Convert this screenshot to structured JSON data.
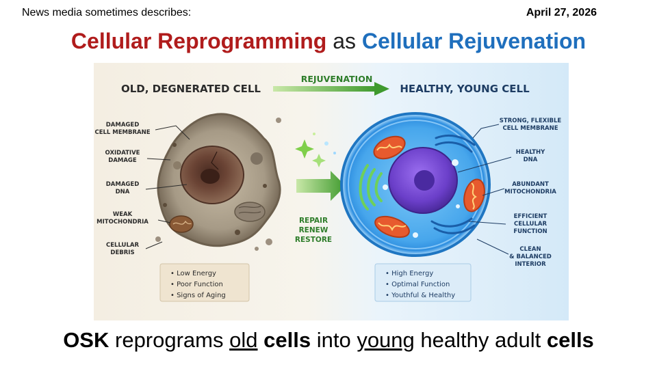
{
  "header": {
    "note": "News media sometimes describes:",
    "date": "April 27, 2026"
  },
  "title": {
    "part1": "Cellular Reprogramming",
    "part2": "as",
    "part3": "Cellular Rejuvenation",
    "colors": {
      "part1": "#b01c1c",
      "part3": "#1f6fbd"
    }
  },
  "figure": {
    "left_heading": "OLD, DEGNERATED CELL",
    "right_heading": "HEALTHY, YOUNG CELL",
    "arrow_label": "REJUVENATION",
    "middle_words": [
      "REPAIR",
      "RENEW",
      "RESTORE"
    ],
    "old_labels": [
      [
        "DAMAGED",
        "CELL MEMBRANE"
      ],
      [
        "OXIDATIVE",
        "DAMAGE"
      ],
      [
        "DAMAGED",
        "DNA"
      ],
      [
        "WEAK",
        "MITOCHONDRIA"
      ],
      [
        "CELLULAR",
        "DEBRIS"
      ]
    ],
    "young_labels": [
      [
        "STRONG, FLEXIBLE",
        "CELL MEMBRANE"
      ],
      [
        "HEALTHY",
        "DNA"
      ],
      [
        "ABUNDANT",
        "MITOCHONDRIA"
      ],
      [
        "EFFICIENT",
        "CELLULAR",
        "FUNCTION"
      ],
      [
        "CLEAN",
        "& BALANCED",
        "INTERIOR"
      ]
    ],
    "old_box": [
      "Low Energy",
      "Poor Function",
      "Signs of Aging"
    ],
    "young_box": [
      "High Energy",
      "Optimal Function",
      "Youthful & Healthy"
    ],
    "colors": {
      "arrow_green": "#3f9a2e",
      "dark_text": "#2b2b2b",
      "young_text": "#1d3c63",
      "young_cell": "#2f8fe0",
      "young_nucleus": "#6b3fc9",
      "old_cell": "#a69a86",
      "old_nucleus": "#6b4435"
    }
  },
  "bottom": {
    "w1": "OSK",
    "w2": "reprograms",
    "w3": "old",
    "w4": "cells",
    "w5": "into",
    "w6": "young",
    "w7": "healthy adult",
    "w8": "cells"
  }
}
